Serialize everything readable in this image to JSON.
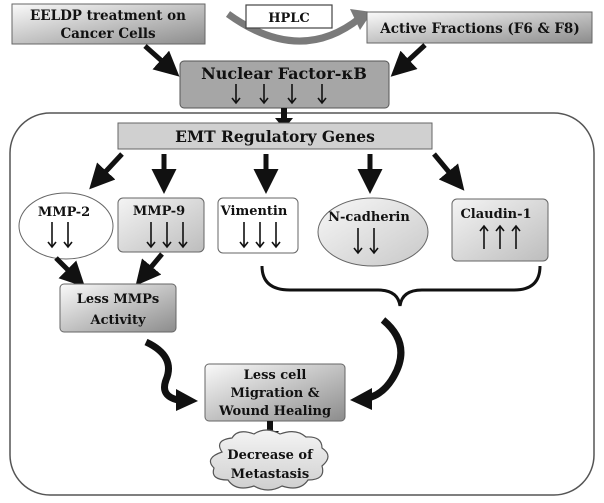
{
  "nodes": {
    "eeldp": {
      "line1": "EELDP treatment on",
      "line2": "Cancer Cells"
    },
    "hplc": {
      "label": "HPLC"
    },
    "active_fractions": {
      "label": "Active Fractions (F6 & F8)"
    },
    "nfkb": {
      "label": "Nuclear Factor-κB"
    },
    "emt": {
      "label": "EMT Regulatory Genes"
    },
    "mmp2": {
      "label": "MMP-2"
    },
    "mmp9": {
      "label": "MMP-9"
    },
    "vimentin": {
      "label": "Vimentin"
    },
    "ncadherin": {
      "label": "N-cadherin"
    },
    "claudin": {
      "label": "Claudin-1"
    },
    "less_mmps": {
      "line1": "Less MMPs",
      "line2": "Activity"
    },
    "less_cell": {
      "line1": "Less cell",
      "line2": "Migration &",
      "line3": "Wound Healing"
    },
    "metastasis": {
      "line1": "Decrease of",
      "line2": "Metastasis"
    }
  },
  "colors": {
    "box_gradient_light": "#f2f2f2",
    "box_gradient_dark": "#8c8c8c",
    "nfkb_fill": "#a6a6a6",
    "emt_fill": "#d0d0d0",
    "outline": "#555555",
    "arrow": "#1a1a1a"
  }
}
